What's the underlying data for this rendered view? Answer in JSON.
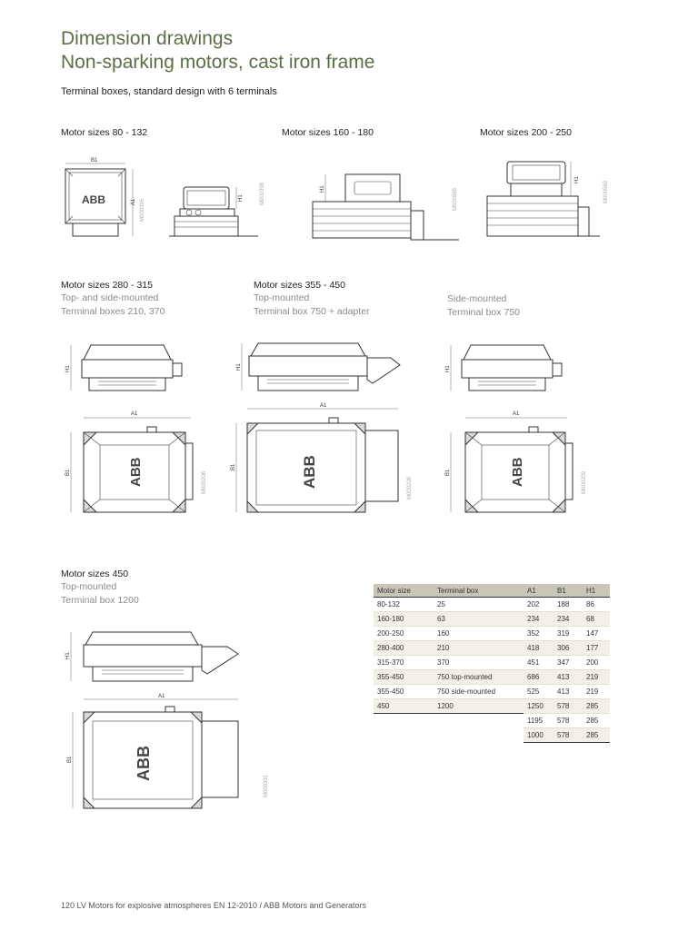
{
  "header": {
    "title": "Dimension drawings",
    "subtitle": "Non-sparking motors, cast iron frame",
    "description": "Terminal boxes, standard design with 6 terminals"
  },
  "sections": {
    "s1": {
      "label": "Motor sizes 80 - 132"
    },
    "s2": {
      "label": "Motor sizes 160 - 180"
    },
    "s3": {
      "label": "Motor sizes 200 - 250"
    },
    "s4": {
      "label": "Motor sizes 280 - 315",
      "line1": "Top- and side-mounted",
      "line2": "Terminal boxes 210, 370"
    },
    "s5": {
      "label": "Motor sizes 355 - 450",
      "line1": "Top-mounted",
      "line2": "Terminal box 750 + adapter"
    },
    "s6": {
      "line1": "Side-mounted",
      "line2": "Terminal box 750"
    },
    "s7": {
      "label": "Motor sizes 450",
      "line1": "Top-mounted",
      "line2": "Terminal box 1200"
    }
  },
  "drawing_labels": {
    "a1": "A1",
    "b1": "B1",
    "h1": "H1",
    "logo": "ABB",
    "code1": "M000395",
    "code2": "M000398",
    "code3": "M000565",
    "code4": "M000569",
    "code5": "M000206",
    "code6": "M000206",
    "code7": "M000209",
    "code8": "M000331"
  },
  "table": {
    "headers": [
      "Motor size",
      "Terminal box",
      "A1",
      "B1",
      "H1"
    ],
    "rows": [
      [
        "80-132",
        "25",
        "202",
        "188",
        "86"
      ],
      [
        "160-180",
        "63",
        "234",
        "234",
        "68"
      ],
      [
        "200-250",
        "160",
        "352",
        "319",
        "147"
      ],
      [
        "280-400",
        "210",
        "418",
        "306",
        "177"
      ],
      [
        "315-370",
        "370",
        "451",
        "347",
        "200"
      ],
      [
        "355-450",
        "750 top-mounted",
        "686",
        "413",
        "219"
      ],
      [
        "355-450",
        "750 side-mounted",
        "525",
        "413",
        "219"
      ],
      [
        "450",
        "1200",
        "1250",
        "578",
        "285"
      ]
    ],
    "extra_rows": [
      [
        "1195",
        "578",
        "285"
      ],
      [
        "1000",
        "578",
        "285"
      ]
    ]
  },
  "footer": {
    "text": "120 LV Motors for explosive atmospheres EN 12-2010 / ABB Motors and Generators"
  }
}
